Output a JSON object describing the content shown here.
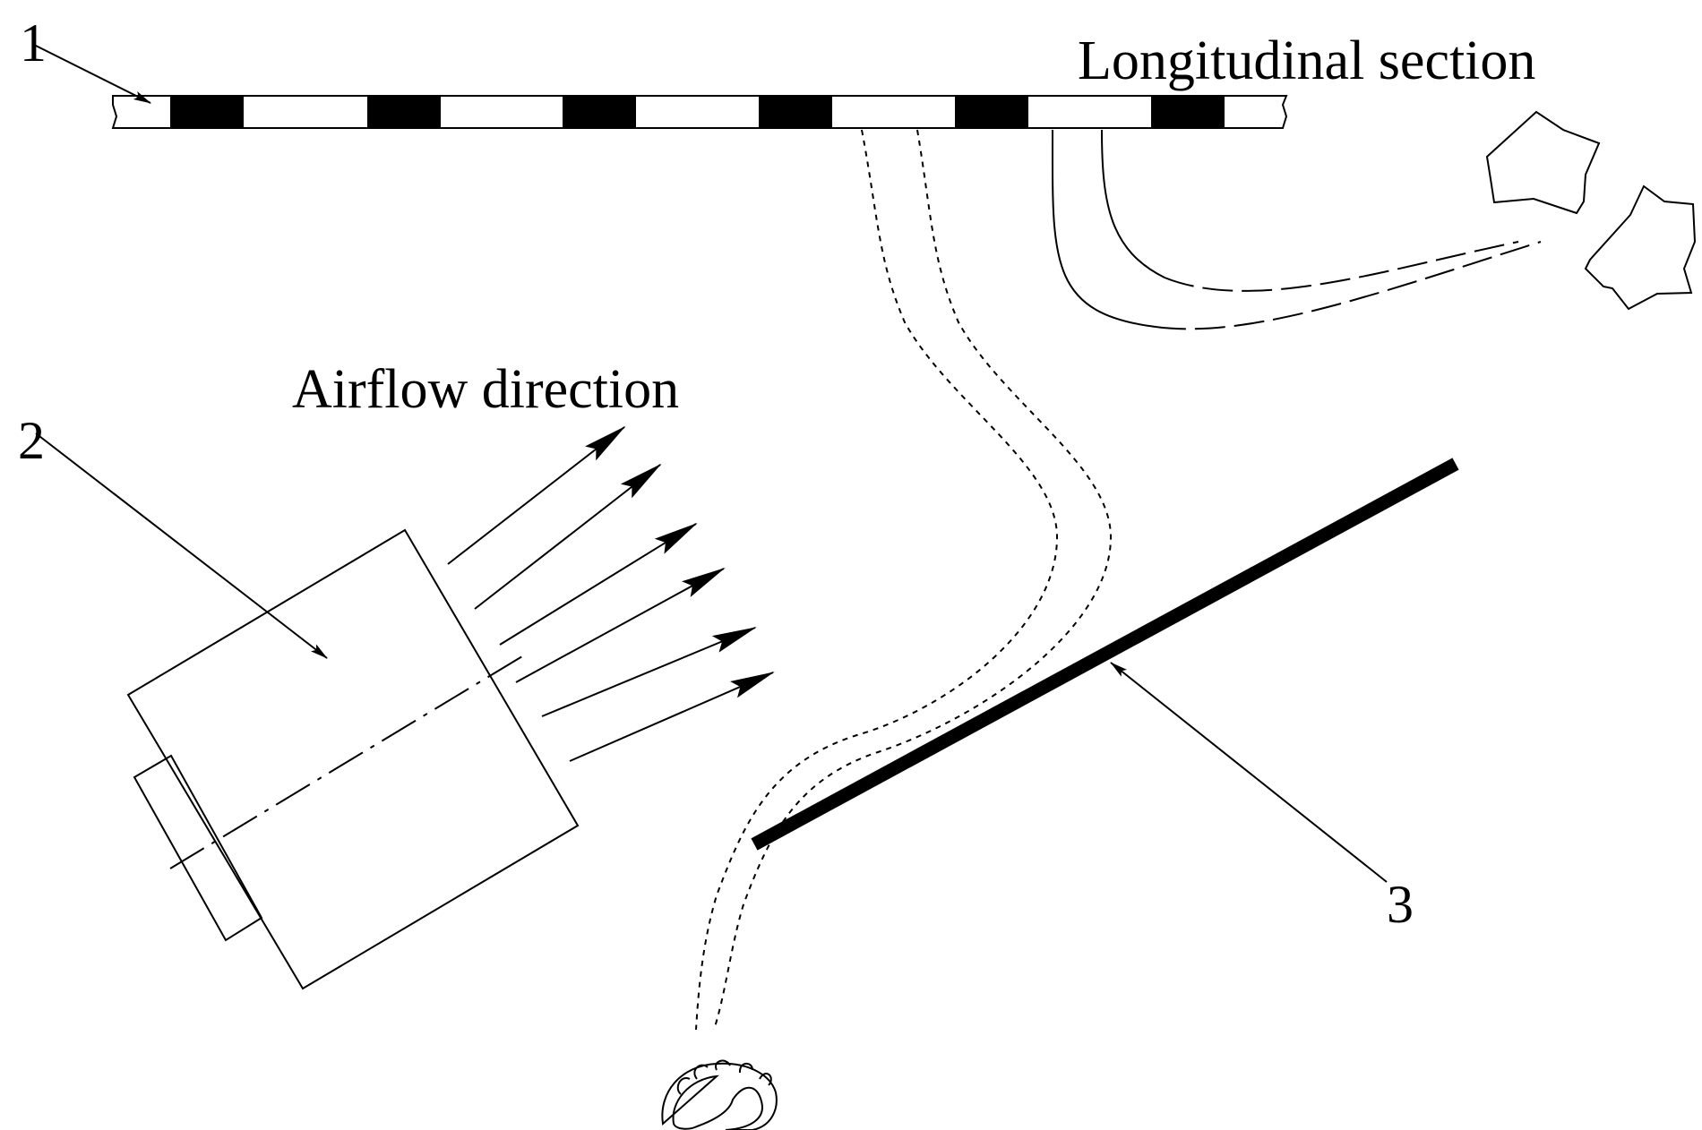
{
  "labels": {
    "part1": "1",
    "part2": "2",
    "part3": "3",
    "longitudinal_section": "Longitudinal section",
    "airflow_direction": "Airflow direction"
  },
  "colors": {
    "ink": "#000000",
    "paper": "#ffffff"
  }
}
